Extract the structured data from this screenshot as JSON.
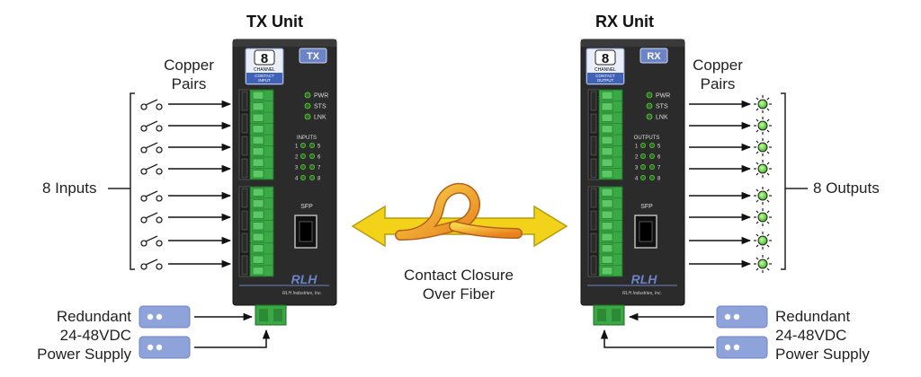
{
  "tx": {
    "title": "TX Unit",
    "badge": "TX",
    "logo_number": "8",
    "logo_line1": "CHANNEL",
    "logo_line2": "CONTACT",
    "logo_line3": "INPUT",
    "status_leds": [
      "PWR",
      "STS",
      "LNK"
    ],
    "io_header": "INPUTS",
    "sfp_label": "SFP",
    "brand": "RLH Industries, Inc.",
    "pairs_label_1": "Copper",
    "pairs_label_2": "Pairs",
    "group_label": "8 Inputs"
  },
  "rx": {
    "title": "RX Unit",
    "badge": "RX",
    "logo_number": "8",
    "logo_line1": "CHANNEL",
    "logo_line2": "CONTACT",
    "logo_line3": "OUTPUT",
    "status_leds": [
      "PWR",
      "STS",
      "LNK"
    ],
    "io_header": "OUTPUTS",
    "sfp_label": "SFP",
    "brand": "RLH Industries, Inc.",
    "pairs_label_1": "Copper",
    "pairs_label_2": "Pairs",
    "group_label": "8 Outputs"
  },
  "fiber_label_1": "Contact Closure",
  "fiber_label_2": "Over Fiber",
  "power_label_1": "Redundant",
  "power_label_2": "24-48VDC",
  "power_label_3": "Power Supply",
  "channel_numbers": [
    "1",
    "2",
    "3",
    "4",
    "5",
    "6",
    "7",
    "8"
  ],
  "colors": {
    "unit_body": "#2b2b2b",
    "terminal": "#3aa845",
    "led_green": "#5bd43a",
    "badge": "#6d83c8",
    "psu": "#8ea3d9",
    "fiber": "#f5a623",
    "arrow": "#f3d21a"
  }
}
